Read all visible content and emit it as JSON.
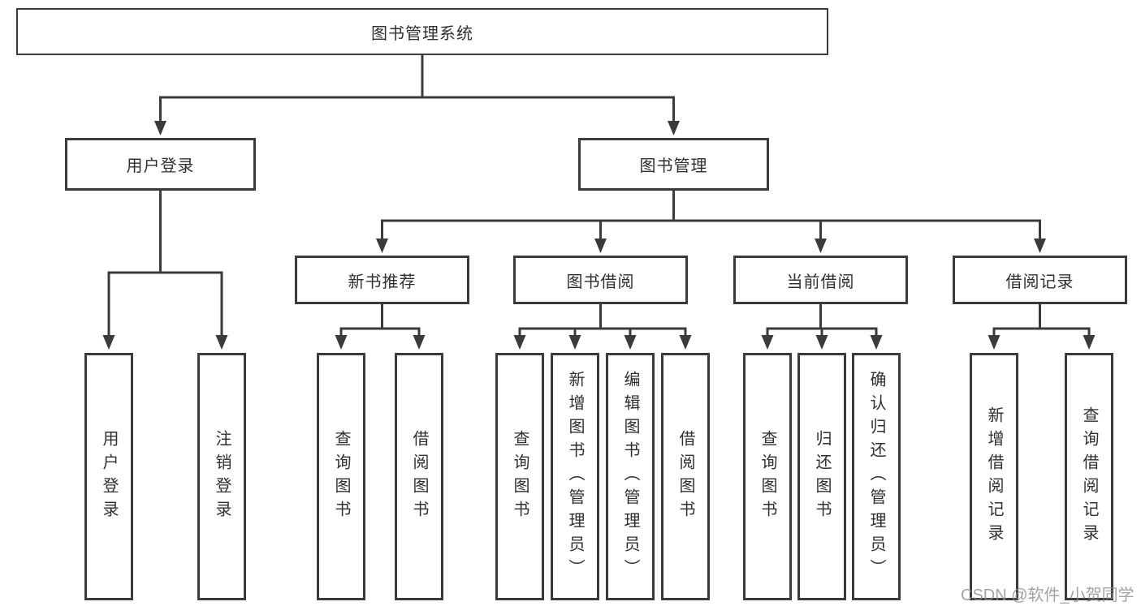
{
  "tree": {
    "root": {
      "label": "图书管理系统"
    },
    "login": {
      "label": "用户登录",
      "leaves": [
        "用户登录",
        "注销登录"
      ]
    },
    "management": {
      "label": "图书管理",
      "sections": [
        {
          "label": "新书推荐",
          "leaves": [
            "查询图书",
            "借阅图书"
          ]
        },
        {
          "label": "图书借阅",
          "leaves": [
            "查询图书",
            "新增图书（管理员）",
            "编辑图书（管理员）",
            "借阅图书"
          ]
        },
        {
          "label": "当前借阅",
          "leaves": [
            "查询图书",
            "归还图书",
            "确认归还（管理员）"
          ]
        },
        {
          "label": "借阅记录",
          "leaves": [
            "新增借阅记录",
            "查询借阅记录"
          ]
        }
      ]
    }
  },
  "watermark": "CSDN @软件_小贺同学",
  "colors": {
    "line": "#3b3b3b",
    "text": "#2f2f2f",
    "background": "#ffffff",
    "watermark": "#8c8c8c"
  }
}
